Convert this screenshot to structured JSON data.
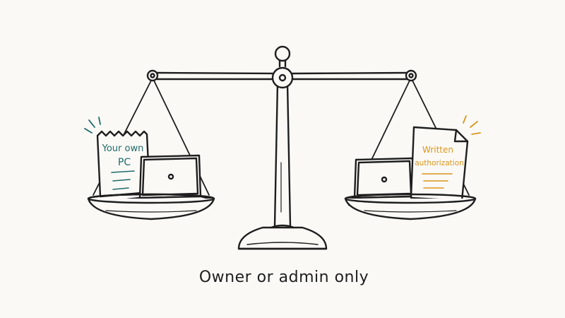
{
  "left_pan": {
    "note_lines": [
      "Your own",
      "PC"
    ],
    "note_color": "#1f6b6b"
  },
  "right_pan": {
    "note_lines": [
      "Written",
      "authorization"
    ],
    "note_color": "#d9961c"
  },
  "caption": "Owner or admin only",
  "ink_color": "#1e1e1e",
  "background": "#fbf9f6"
}
